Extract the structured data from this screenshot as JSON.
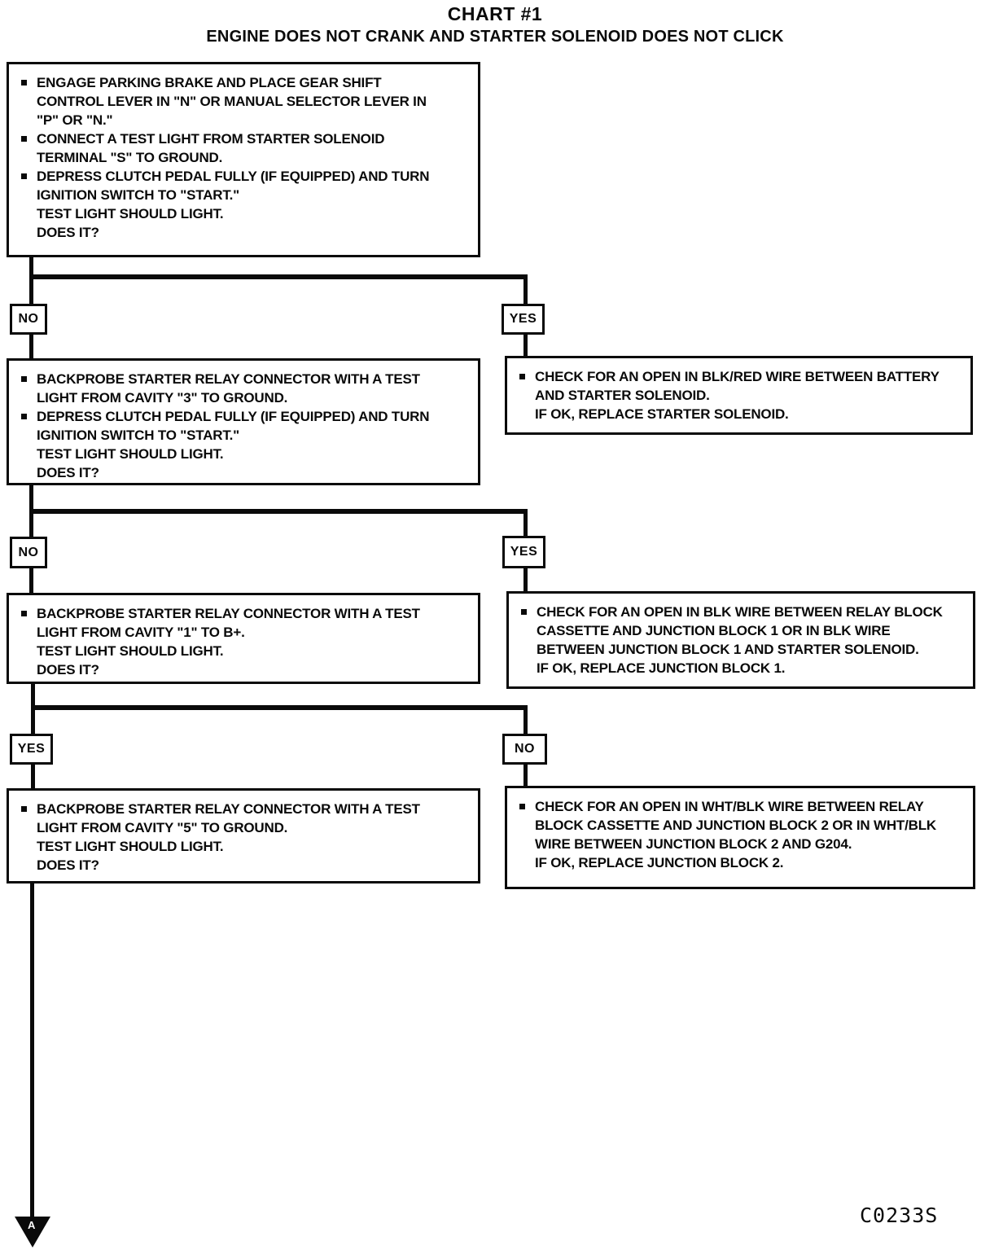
{
  "title": "CHART #1",
  "subtitle": "ENGINE DOES NOT CRANK AND STARTER SOLENOID DOES NOT CLICK",
  "figure_code": "C0233S",
  "page_connector_label": "A",
  "colors": {
    "ink": "#0a0a0a",
    "paper": "#ffffff"
  },
  "decisions": [
    {
      "left": "NO",
      "right": "YES"
    },
    {
      "left": "NO",
      "right": "YES"
    },
    {
      "left": "YES",
      "right": "NO"
    }
  ],
  "boxes": {
    "step1": {
      "lines": [
        {
          "b": true,
          "t": "ENGAGE PARKING BRAKE AND PLACE GEAR SHIFT"
        },
        {
          "b": false,
          "t": "CONTROL LEVER IN \"N\" OR MANUAL SELECTOR LEVER IN"
        },
        {
          "b": false,
          "t": "\"P\" OR \"N.\""
        },
        {
          "b": true,
          "t": "CONNECT A TEST LIGHT FROM STARTER SOLENOID"
        },
        {
          "b": false,
          "t": "TERMINAL \"S\" TO GROUND."
        },
        {
          "b": true,
          "t": "DEPRESS CLUTCH PEDAL FULLY (IF EQUIPPED) AND TURN"
        },
        {
          "b": false,
          "t": "IGNITION SWITCH TO \"START.\""
        },
        {
          "b": false,
          "t": "TEST LIGHT SHOULD LIGHT."
        },
        {
          "b": false,
          "t": "DOES IT?"
        }
      ]
    },
    "step2": {
      "lines": [
        {
          "b": true,
          "t": "BACKPROBE STARTER RELAY CONNECTOR WITH A TEST"
        },
        {
          "b": false,
          "t": "LIGHT FROM CAVITY \"3\" TO GROUND."
        },
        {
          "b": true,
          "t": "DEPRESS CLUTCH PEDAL FULLY (IF EQUIPPED) AND TURN"
        },
        {
          "b": false,
          "t": "IGNITION SWITCH TO \"START.\""
        },
        {
          "b": false,
          "t": "TEST LIGHT SHOULD LIGHT."
        },
        {
          "b": false,
          "t": "DOES IT?"
        }
      ]
    },
    "step3": {
      "lines": [
        {
          "b": true,
          "t": "BACKPROBE STARTER RELAY CONNECTOR WITH A TEST"
        },
        {
          "b": false,
          "t": "LIGHT FROM CAVITY \"1\" TO B+."
        },
        {
          "b": false,
          "t": "TEST LIGHT SHOULD LIGHT."
        },
        {
          "b": false,
          "t": "DOES IT?"
        }
      ]
    },
    "step4": {
      "lines": [
        {
          "b": true,
          "t": "BACKPROBE STARTER RELAY CONNECTOR WITH A TEST"
        },
        {
          "b": false,
          "t": "LIGHT FROM CAVITY \"5\" TO GROUND."
        },
        {
          "b": false,
          "t": "TEST LIGHT SHOULD LIGHT."
        },
        {
          "b": false,
          "t": "DOES IT?"
        }
      ]
    },
    "result1": {
      "lines": [
        {
          "b": true,
          "t": "CHECK FOR AN OPEN IN BLK/RED WIRE BETWEEN BATTERY"
        },
        {
          "b": false,
          "t": "AND STARTER SOLENOID."
        },
        {
          "b": false,
          "t": "IF OK, REPLACE STARTER SOLENOID."
        }
      ]
    },
    "result2": {
      "lines": [
        {
          "b": true,
          "t": "CHECK FOR AN OPEN IN BLK WIRE BETWEEN RELAY BLOCK"
        },
        {
          "b": false,
          "t": "CASSETTE AND JUNCTION BLOCK 1 OR IN BLK WIRE"
        },
        {
          "b": false,
          "t": "BETWEEN JUNCTION BLOCK 1 AND STARTER SOLENOID."
        },
        {
          "b": false,
          "t": "IF OK, REPLACE JUNCTION BLOCK 1."
        }
      ]
    },
    "result3": {
      "lines": [
        {
          "b": true,
          "t": "CHECK FOR AN OPEN IN WHT/BLK WIRE BETWEEN RELAY"
        },
        {
          "b": false,
          "t": "BLOCK CASSETTE AND JUNCTION BLOCK 2 OR IN WHT/BLK"
        },
        {
          "b": false,
          "t": "WIRE BETWEEN JUNCTION BLOCK 2 AND G204."
        },
        {
          "b": false,
          "t": "IF OK, REPLACE JUNCTION BLOCK 2."
        }
      ]
    }
  }
}
